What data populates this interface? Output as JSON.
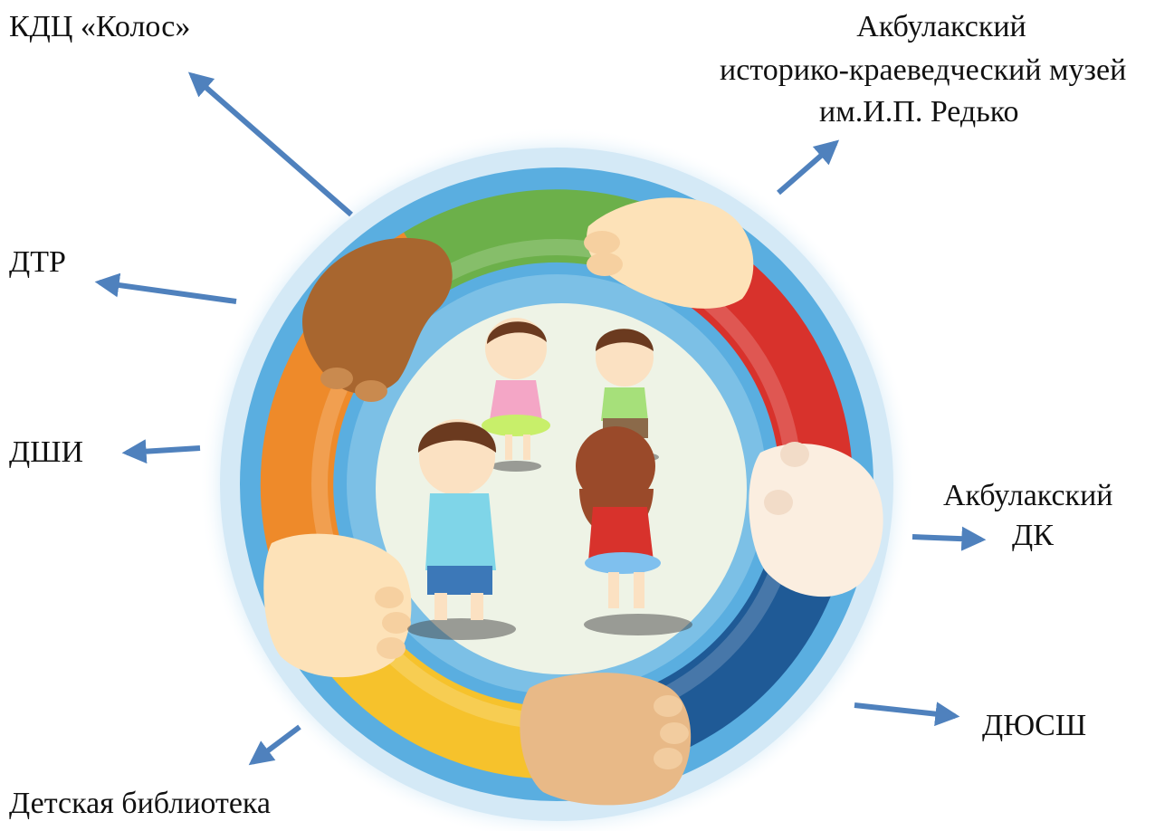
{
  "labels": {
    "kolos": "КДЦ «Колос»",
    "museum_line1": "Акбулакский",
    "museum_line2": "историко-краеведческий музей",
    "museum_line3": "им.И.П. Редько",
    "dtr": "ДТР",
    "dshi": "ДШИ",
    "dk_line1": "Акбулакский",
    "dk_line2": "ДК",
    "dyussh": "ДЮСШ",
    "library": "Детская библиотека"
  },
  "colors": {
    "arrow": "#4f81bd",
    "ring_outer": "#cfe6f4",
    "ring_blue": "#5aaee0",
    "segment_green": "#6cb04a",
    "segment_red": "#d8322c",
    "segment_navy": "#1f5a96",
    "segment_yellow": "#f6c22c",
    "segment_orange": "#ee8a2a",
    "inner_blue": "#7cc0e6",
    "center_fill": "#eef3e6",
    "hand_light": "#fde2b8",
    "hand_tan": "#e8b987",
    "hand_brown": "#a8662f"
  },
  "icons": [
    "arrow-icon",
    "hand-icon",
    "child-figure-icon"
  ]
}
